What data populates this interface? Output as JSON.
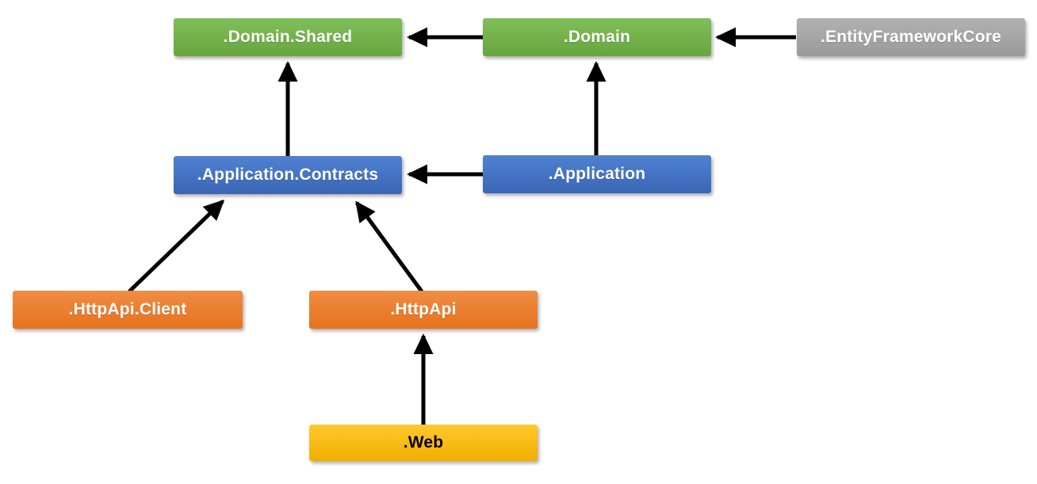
{
  "diagram": {
    "type": "dependency-diagram",
    "background_color": "#FFFFFF",
    "arrow_color": "#000000",
    "nodes": [
      {
        "id": "domain-shared",
        "label": ".Domain.Shared",
        "color": "#70AD47",
        "text_color": "#FFFFFF"
      },
      {
        "id": "domain",
        "label": ".Domain",
        "color": "#70AD47",
        "text_color": "#FFFFFF"
      },
      {
        "id": "entity-framework-core",
        "label": ".EntityFrameworkCore",
        "color": "#A5A5A5",
        "text_color": "#FFFFFF"
      },
      {
        "id": "application-contracts",
        "label": ".Application.Contracts",
        "color": "#4472C4",
        "text_color": "#FFFFFF"
      },
      {
        "id": "application",
        "label": ".Application",
        "color": "#4472C4",
        "text_color": "#FFFFFF"
      },
      {
        "id": "httpapi-client",
        "label": ".HttpApi.Client",
        "color": "#ED7D31",
        "text_color": "#FFFFFF"
      },
      {
        "id": "httpapi",
        "label": ".HttpApi",
        "color": "#ED7D31",
        "text_color": "#FFFFFF"
      },
      {
        "id": "web",
        "label": ".Web",
        "color": "#FFC000",
        "text_color": "#000000"
      }
    ],
    "edges": [
      {
        "from": ".Domain",
        "to": ".Domain.Shared"
      },
      {
        "from": ".EntityFrameworkCore",
        "to": ".Domain"
      },
      {
        "from": ".Application.Contracts",
        "to": ".Domain.Shared"
      },
      {
        "from": ".Application",
        "to": ".Domain"
      },
      {
        "from": ".Application",
        "to": ".Application.Contracts"
      },
      {
        "from": ".HttpApi.Client",
        "to": ".Application.Contracts"
      },
      {
        "from": ".HttpApi",
        "to": ".Application.Contracts"
      },
      {
        "from": ".Web",
        "to": ".HttpApi"
      }
    ]
  }
}
